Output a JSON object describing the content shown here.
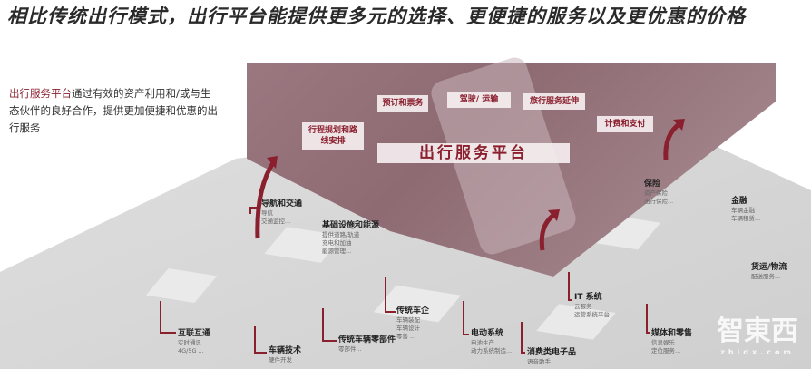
{
  "title": "相比传统出行模式，出行平台能提供更多元的选择、更便捷的服务以及更优惠的价格",
  "intro": {
    "highlight": "出行服务平台",
    "text": "通过有效的资产利用和/或与生态伙伴的良好合作，提供更加便捷和优惠的出行服务"
  },
  "platform": {
    "center": "出行服务平台",
    "services": [
      "行程规划和路线安排",
      "预订和票务",
      "驾驶/ 运输",
      "旅行服务延伸",
      "计费和支付"
    ]
  },
  "ecosystem": [
    {
      "name": "导航和交通",
      "details": [
        "导航",
        "交通监控..."
      ]
    },
    {
      "name": "基础设施和能源",
      "details": [
        "提供道路/轨道",
        "充电和加油",
        "能源管理..."
      ]
    },
    {
      "name": "互联互通",
      "details": [
        "实时通讯",
        "4G/5G ..."
      ]
    },
    {
      "name": "车辆技术",
      "details": [
        "硬件开发"
      ]
    },
    {
      "name": "传统车辆零部件",
      "details": [
        "零部件..."
      ]
    },
    {
      "name": "传统车企",
      "details": [
        "车辆装配",
        "车辆设计",
        "零售 ..."
      ]
    },
    {
      "name": "电动系统",
      "details": [
        "电池生产",
        "动力系统制造..."
      ]
    },
    {
      "name": "消费类电子品",
      "details": [
        "语音助手"
      ]
    },
    {
      "name": "IT 系统",
      "details": [
        "云服务",
        "运营系统平台..."
      ]
    },
    {
      "name": "媒体和零售",
      "details": [
        "信息娱乐",
        "定位服务..."
      ]
    },
    {
      "name": "保险",
      "details": [
        "资产保险",
        "出行保险..."
      ]
    },
    {
      "name": "金融",
      "details": [
        "车辆金融",
        "车辆租赁..."
      ]
    },
    {
      "name": "货运/物流",
      "details": [
        "配送服务..."
      ]
    }
  ],
  "watermark": {
    "logo": "智東西",
    "url": "zhidx.com"
  },
  "colors": {
    "accent": "#8a1f2e",
    "photo": "#9b7a82",
    "floor": "#d6d6d6"
  }
}
